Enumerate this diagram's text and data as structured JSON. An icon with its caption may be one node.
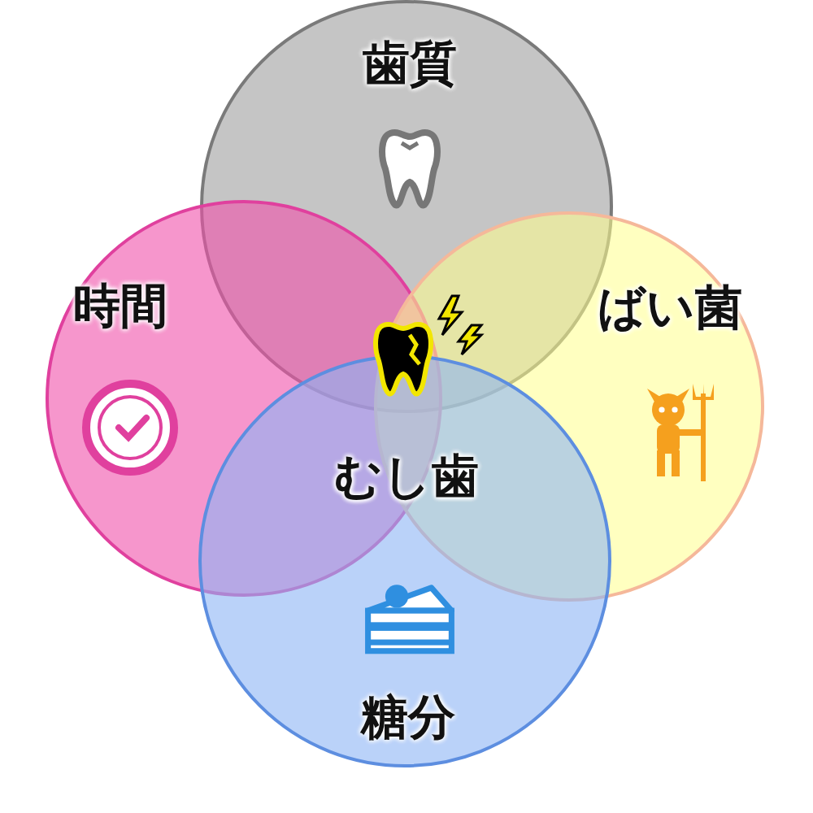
{
  "diagram": {
    "nodes": [
      {
        "text": [
          "歯質"
        ]
      },
      {
        "text": [
          "時間"
        ]
      },
      {
        "text": [
          "ばい菌"
        ]
      },
      {
        "text": [
          "糖分"
        ]
      }
    ],
    "labels": [
      "むし歯"
    ]
  }
}
